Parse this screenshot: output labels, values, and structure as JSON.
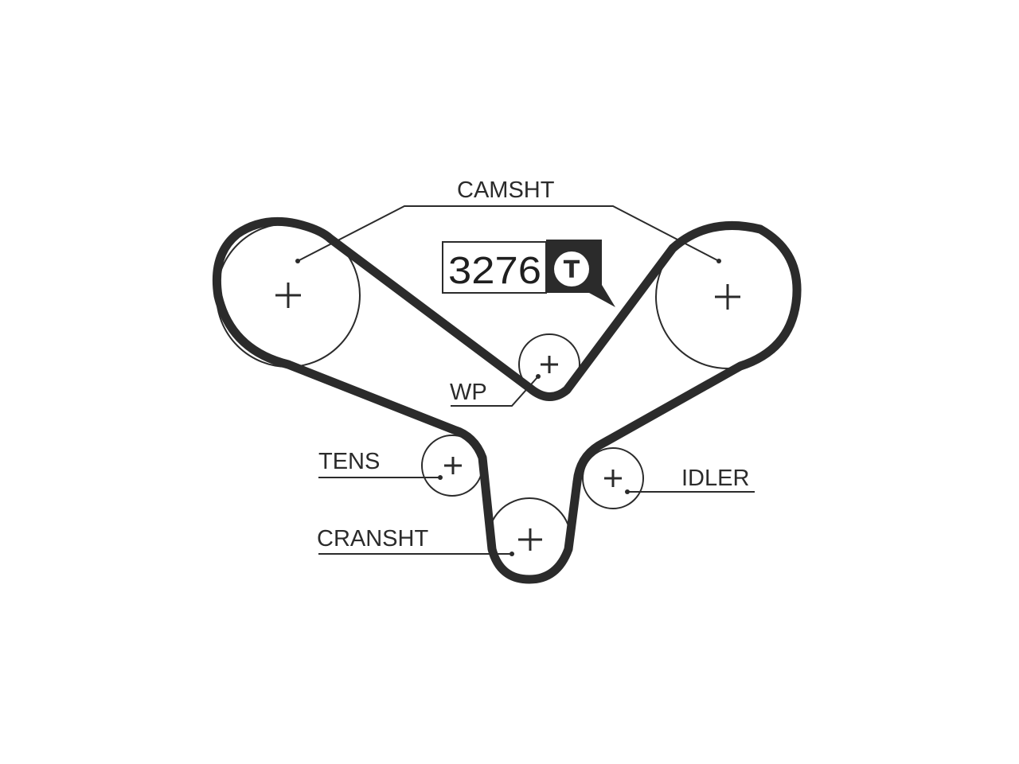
{
  "labels": {
    "camshaft": "CAMSHT",
    "water_pump": "WP",
    "tensioner": "TENS",
    "idler": "IDLER",
    "crankshaft": "CRANSHT"
  },
  "badge": {
    "number": "3276",
    "letter": "T"
  },
  "colors": {
    "ink": "#2b2b2b",
    "background": "#ffffff"
  }
}
